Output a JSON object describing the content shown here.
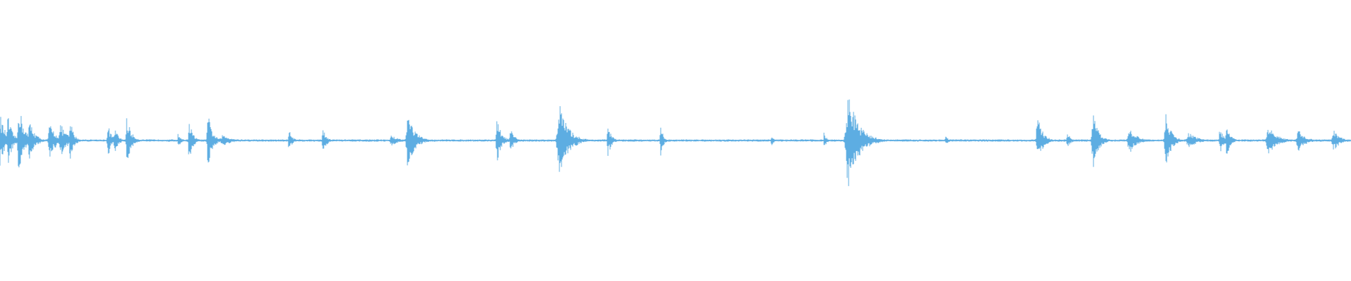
{
  "waveform": {
    "color": "#5dade2",
    "background": "#ffffff",
    "baseline_amplitude": 0.004,
    "duration_fraction_events": [
      {
        "t": 0.0,
        "amp": 0.1,
        "width": 0.006
      },
      {
        "t": 0.006,
        "amp": 0.09,
        "width": 0.005
      },
      {
        "t": 0.014,
        "amp": 0.14,
        "width": 0.006
      },
      {
        "t": 0.022,
        "amp": 0.08,
        "width": 0.006
      },
      {
        "t": 0.037,
        "amp": 0.06,
        "width": 0.008
      },
      {
        "t": 0.045,
        "amp": 0.06,
        "width": 0.008
      },
      {
        "t": 0.052,
        "amp": 0.08,
        "width": 0.004
      },
      {
        "t": 0.08,
        "amp": 0.06,
        "width": 0.004
      },
      {
        "t": 0.085,
        "amp": 0.05,
        "width": 0.004
      },
      {
        "t": 0.094,
        "amp": 0.09,
        "width": 0.005
      },
      {
        "t": 0.132,
        "amp": 0.03,
        "width": 0.003
      },
      {
        "t": 0.14,
        "amp": 0.08,
        "width": 0.004
      },
      {
        "t": 0.154,
        "amp": 0.1,
        "width": 0.005
      },
      {
        "t": 0.165,
        "amp": 0.02,
        "width": 0.012
      },
      {
        "t": 0.214,
        "amp": 0.04,
        "width": 0.004
      },
      {
        "t": 0.239,
        "amp": 0.05,
        "width": 0.004
      },
      {
        "t": 0.29,
        "amp": 0.02,
        "width": 0.008
      },
      {
        "t": 0.302,
        "amp": 0.1,
        "width": 0.008
      },
      {
        "t": 0.368,
        "amp": 0.08,
        "width": 0.005
      },
      {
        "t": 0.378,
        "amp": 0.04,
        "width": 0.005
      },
      {
        "t": 0.414,
        "amp": 0.14,
        "width": 0.01
      },
      {
        "t": 0.45,
        "amp": 0.06,
        "width": 0.004
      },
      {
        "t": 0.489,
        "amp": 0.06,
        "width": 0.003
      },
      {
        "t": 0.571,
        "amp": 0.02,
        "width": 0.003
      },
      {
        "t": 0.61,
        "amp": 0.03,
        "width": 0.003
      },
      {
        "t": 0.628,
        "amp": 0.17,
        "width": 0.012
      },
      {
        "t": 0.7,
        "amp": 0.015,
        "width": 0.004
      },
      {
        "t": 0.768,
        "amp": 0.09,
        "width": 0.006
      },
      {
        "t": 0.79,
        "amp": 0.03,
        "width": 0.004
      },
      {
        "t": 0.809,
        "amp": 0.11,
        "width": 0.006
      },
      {
        "t": 0.836,
        "amp": 0.05,
        "width": 0.008
      },
      {
        "t": 0.863,
        "amp": 0.1,
        "width": 0.006
      },
      {
        "t": 0.88,
        "amp": 0.03,
        "width": 0.01
      },
      {
        "t": 0.903,
        "amp": 0.05,
        "width": 0.004
      },
      {
        "t": 0.908,
        "amp": 0.07,
        "width": 0.004
      },
      {
        "t": 0.939,
        "amp": 0.05,
        "width": 0.01
      },
      {
        "t": 0.961,
        "amp": 0.04,
        "width": 0.008
      },
      {
        "t": 0.987,
        "amp": 0.04,
        "width": 0.008
      }
    ]
  }
}
